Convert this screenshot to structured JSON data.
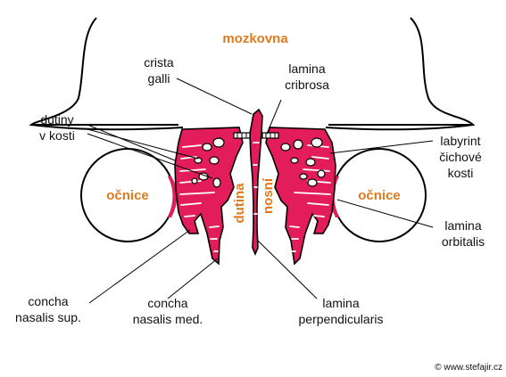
{
  "labels": {
    "mozkovna": "mozkovna",
    "crista_galli_1": "crista",
    "crista_galli_2": "galli",
    "lamina_cribrosa_1": "lamina",
    "lamina_cribrosa_2": "cribrosa",
    "dutiny_1": "dutiny",
    "dutiny_2": "v kosti",
    "labyrint_1": "labyrint",
    "labyrint_2": "čichové",
    "labyrint_3": "kosti",
    "ocnice_left": "očnice",
    "ocnice_right": "očnice",
    "dutina": "dutina",
    "nosni": "nosní",
    "lamina_orbitalis_1": "lamina",
    "lamina_orbitalis_2": "orbitalis",
    "concha_sup_1": "concha",
    "concha_sup_2": "nasalis sup.",
    "concha_med_1": "concha",
    "concha_med_2": "nasalis med.",
    "lamina_perp_1": "lamina",
    "lamina_perp_2": "perpendicularis",
    "copyright": "© www.stefajir.cz"
  },
  "colors": {
    "bone": "#e31c5c",
    "label_accent": "#e07a1f",
    "outline": "#000000"
  }
}
